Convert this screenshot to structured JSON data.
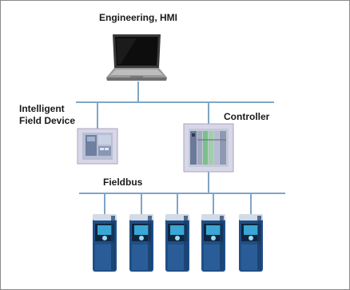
{
  "labels": {
    "engineering_hmi": "Engineering, HMI",
    "intelligent_field_device_line1": "Intelligent",
    "intelligent_field_device_line2": "Field Device",
    "controller": "Controller",
    "fieldbus": "Fieldbus"
  },
  "drives": [
    {
      "id": "drive-1"
    },
    {
      "id": "drive-2"
    },
    {
      "id": "drive-3"
    },
    {
      "id": "drive-4"
    },
    {
      "id": "drive-5"
    }
  ],
  "colors": {
    "bus_line": "#7fa6c6",
    "drive_body": "#1f4f86",
    "drive_screen": "#3aa6d6"
  }
}
